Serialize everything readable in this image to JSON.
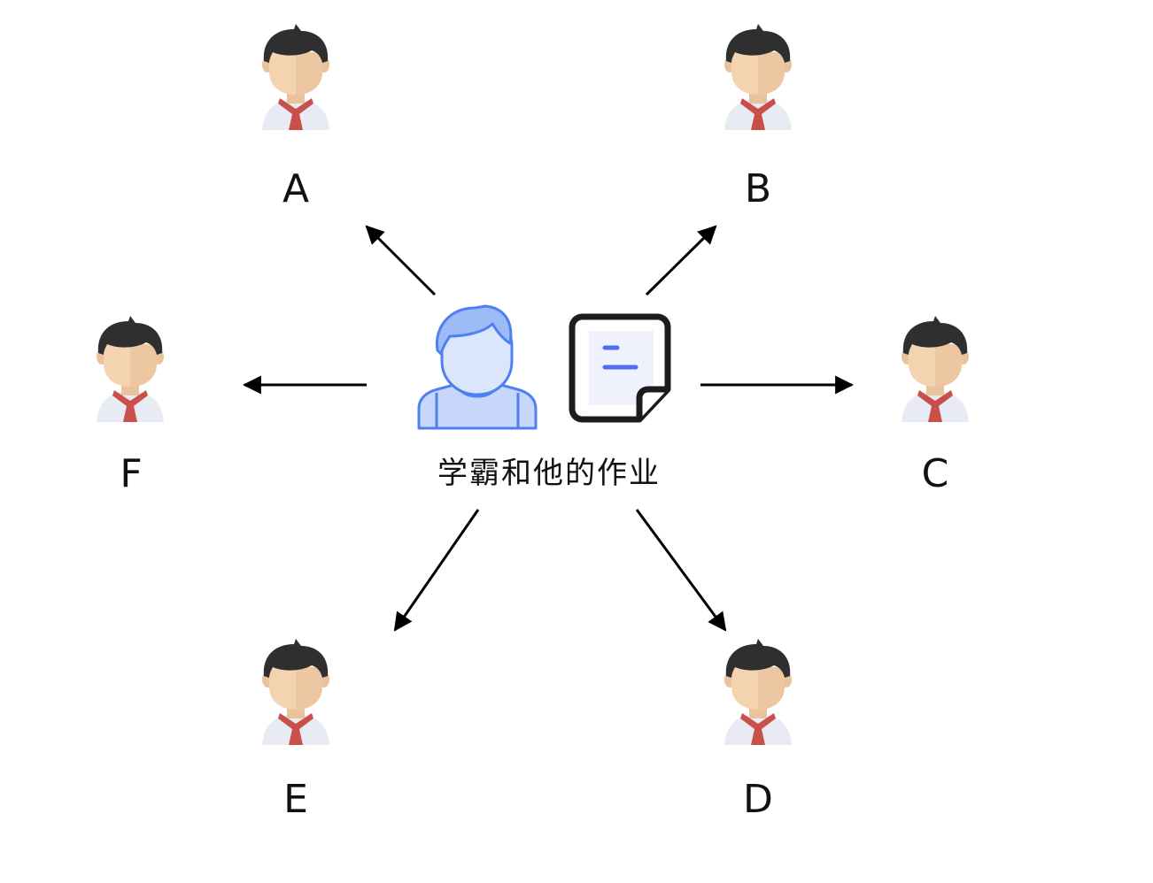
{
  "center": {
    "label": "学霸和他的作业",
    "icons": [
      "student-icon",
      "homework-document-icon"
    ],
    "accent_color": "#4f80f0",
    "accent_fill": "#dbe6fc"
  },
  "students": [
    {
      "id": "A",
      "label": "A",
      "icon": "student-avatar-icon"
    },
    {
      "id": "B",
      "label": "B",
      "icon": "student-avatar-icon"
    },
    {
      "id": "C",
      "label": "C",
      "icon": "student-avatar-icon"
    },
    {
      "id": "D",
      "label": "D",
      "icon": "student-avatar-icon"
    },
    {
      "id": "E",
      "label": "E",
      "icon": "student-avatar-icon"
    },
    {
      "id": "F",
      "label": "F",
      "icon": "student-avatar-icon"
    }
  ],
  "colors": {
    "hair": "#2f2f2f",
    "skin": "#f3d3b0",
    "skin_shade": "#e9c39c",
    "scarf": "#c9504a",
    "shirt": "#e8ebf4",
    "arrow": "#000000"
  }
}
